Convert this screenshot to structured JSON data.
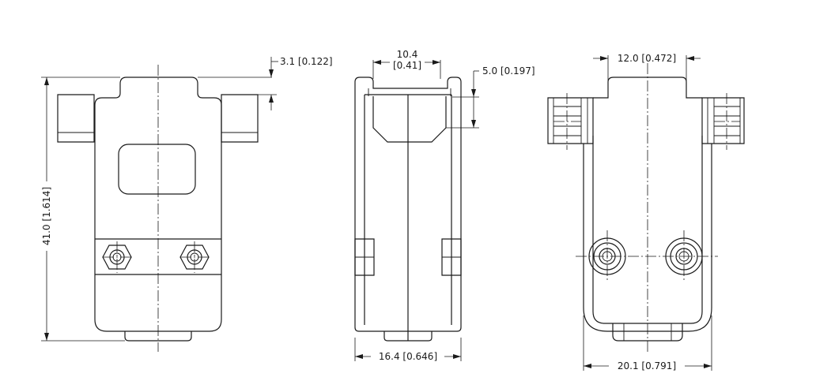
{
  "dimensions": {
    "side_height": "41.0 [1.614]",
    "flange_offset": "3.1 [0.122]",
    "slot_width_top": "10.4",
    "slot_width_bottom": "[0.41]",
    "slot_depth": "5.0 [0.197]",
    "body_width": "16.4 [0.646]",
    "neck_width": "12.0 [0.472]",
    "overall_width": "20.1 [0.791]"
  }
}
